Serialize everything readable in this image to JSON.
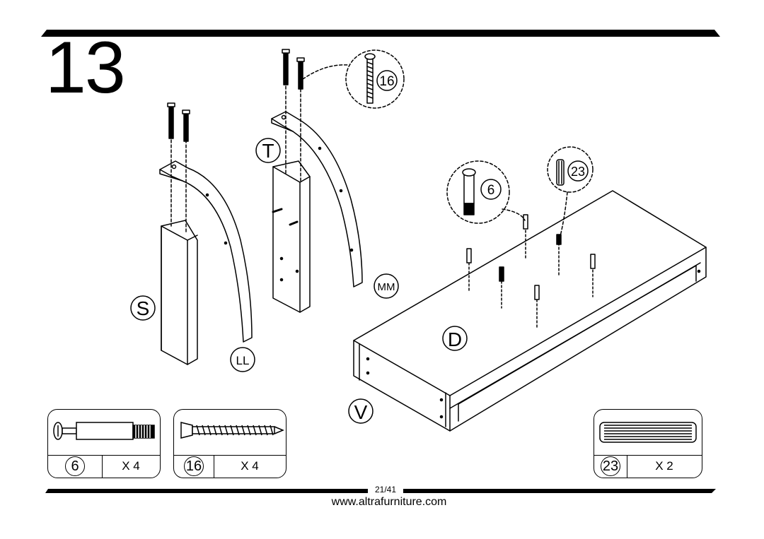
{
  "step": {
    "number": "13"
  },
  "parts": {
    "S": "S",
    "T": "T",
    "LL": "LL",
    "MM": "MM",
    "D": "D",
    "V": "V"
  },
  "callouts": {
    "screw": "16",
    "cam_bolt": "6",
    "dowel": "23"
  },
  "hardware": [
    {
      "id": "6",
      "qty": "X 4",
      "name": "cam-bolt"
    },
    {
      "id": "16",
      "qty": "X 4",
      "name": "screw"
    },
    {
      "id": "23",
      "qty": "X 2",
      "name": "wood-dowel"
    }
  ],
  "footer": {
    "page": "21/41",
    "url": "www.altrafurniture.com"
  }
}
